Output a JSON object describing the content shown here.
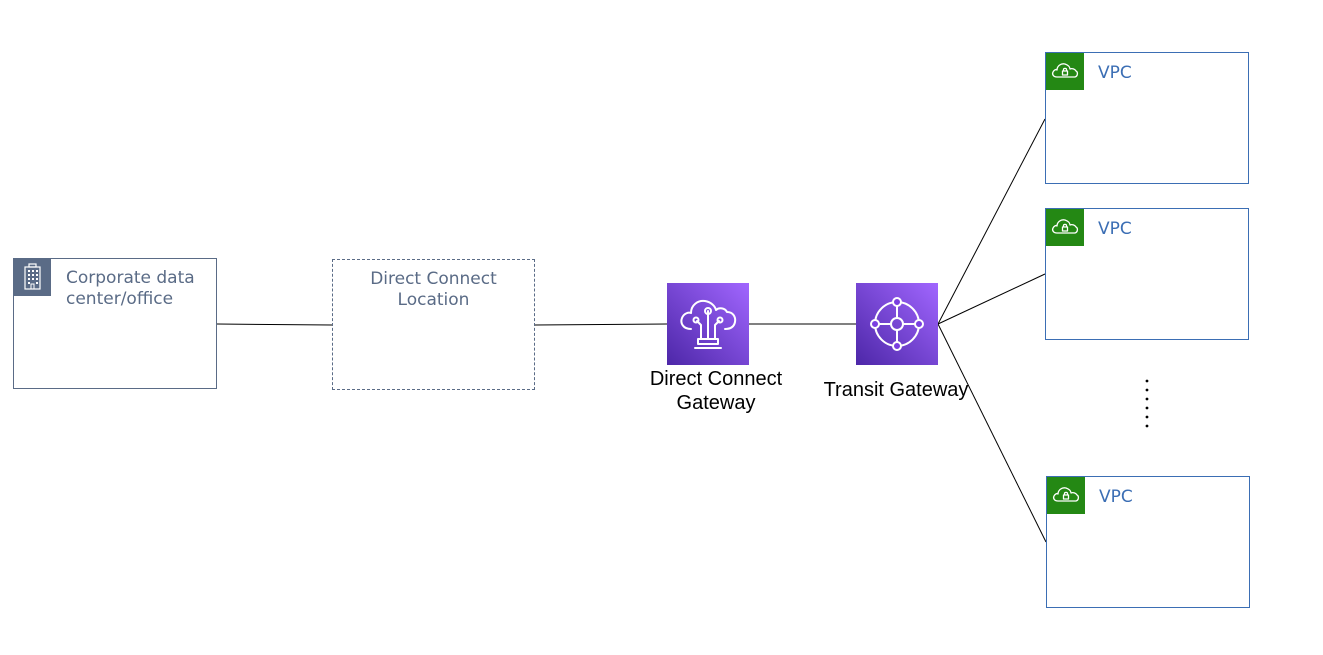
{
  "nodes": {
    "corporate": {
      "label_line1": "Corporate data",
      "label_line2": "center/office",
      "icon": "office-building-icon"
    },
    "direct_connect_location": {
      "label_line1": "Direct Connect",
      "label_line2": "Location"
    },
    "direct_connect_gateway": {
      "label_line1": "Direct Connect",
      "label_line2": "Gateway",
      "icon": "direct-connect-gateway-icon"
    },
    "transit_gateway": {
      "label": "Transit Gateway",
      "icon": "transit-gateway-icon"
    },
    "vpcs": [
      {
        "label": "VPC",
        "icon": "vpc-cloud-lock-icon"
      },
      {
        "label": "VPC",
        "icon": "vpc-cloud-lock-icon"
      },
      {
        "label": "VPC",
        "icon": "vpc-cloud-lock-icon"
      }
    ]
  },
  "colors": {
    "group_gray": "#5a6b86",
    "vpc_blue": "#3b6eb4",
    "vpc_green": "#248814",
    "service_gradient_start": "#4d27a8",
    "service_gradient_end": "#a166ff",
    "connector": "#000000"
  },
  "edges": [
    {
      "from": "corporate",
      "to": "direct_connect_location"
    },
    {
      "from": "direct_connect_location",
      "to": "direct_connect_gateway"
    },
    {
      "from": "direct_connect_gateway",
      "to": "transit_gateway"
    },
    {
      "from": "transit_gateway",
      "to": "vpc_1"
    },
    {
      "from": "transit_gateway",
      "to": "vpc_2"
    },
    {
      "from": "transit_gateway",
      "to": "vpc_3"
    }
  ]
}
